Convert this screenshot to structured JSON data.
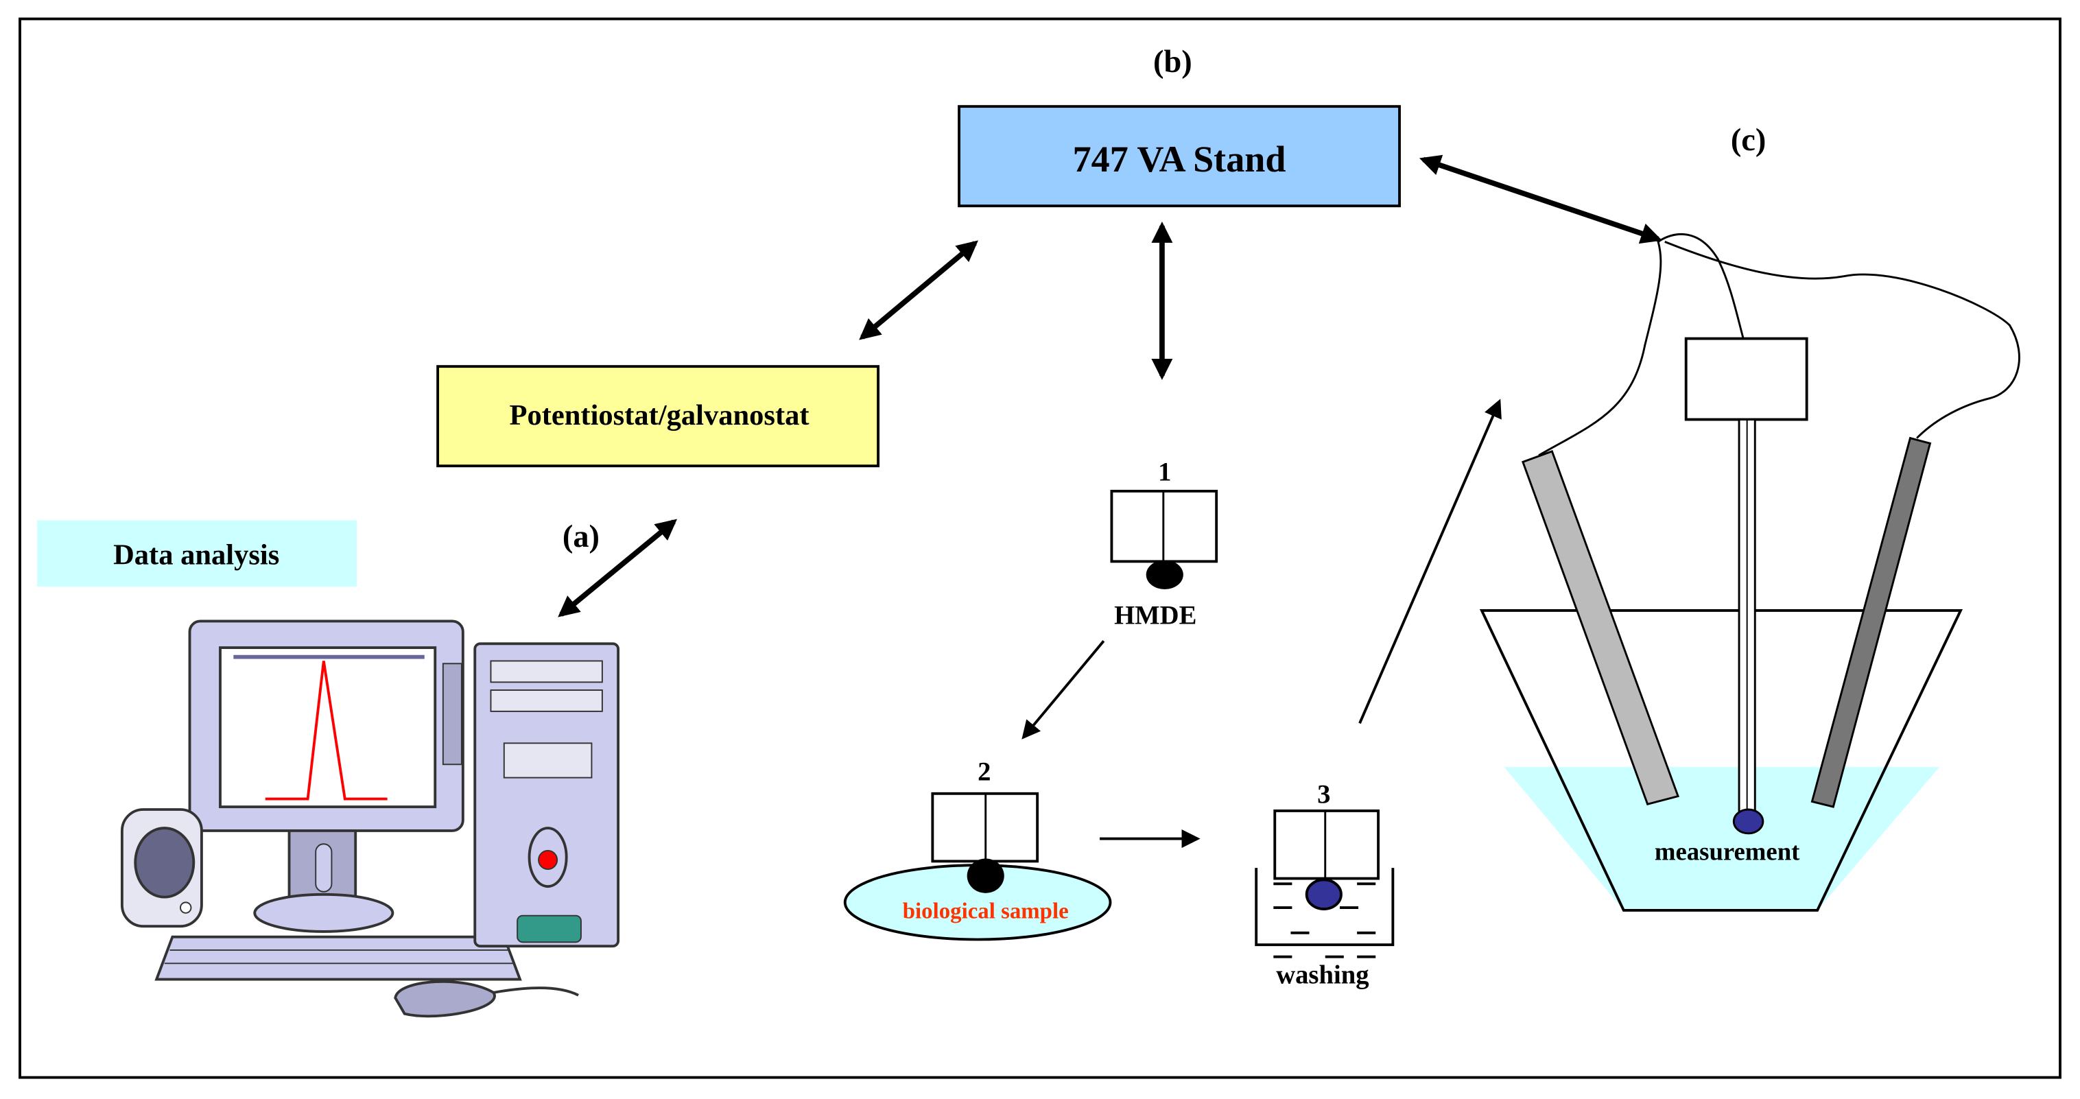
{
  "labels": {
    "b": "(b)",
    "a": "(a)",
    "c": "(c)",
    "va_stand": "747 VA Stand",
    "potentiostat": "Potentiostat/galvanostat",
    "data_analysis": "Data analysis",
    "step1_number": "1",
    "step1_label": "HMDE",
    "step2_number": "2",
    "step2_label": "biological sample",
    "step3_number": "3",
    "step3_label": "washing",
    "measurement": "measurement"
  },
  "colors": {
    "va_stand_fill": "#99ccff",
    "potentiostat_fill": "#ffff99",
    "data_analysis_fill": "#ccffff",
    "sample_fill": "#ccffff",
    "sample_text": "#ff3300",
    "solution_fill": "#ccffff",
    "drop_blue": "#333399",
    "signal_red": "#ff0000",
    "computer_lavender": "#ccccee"
  }
}
